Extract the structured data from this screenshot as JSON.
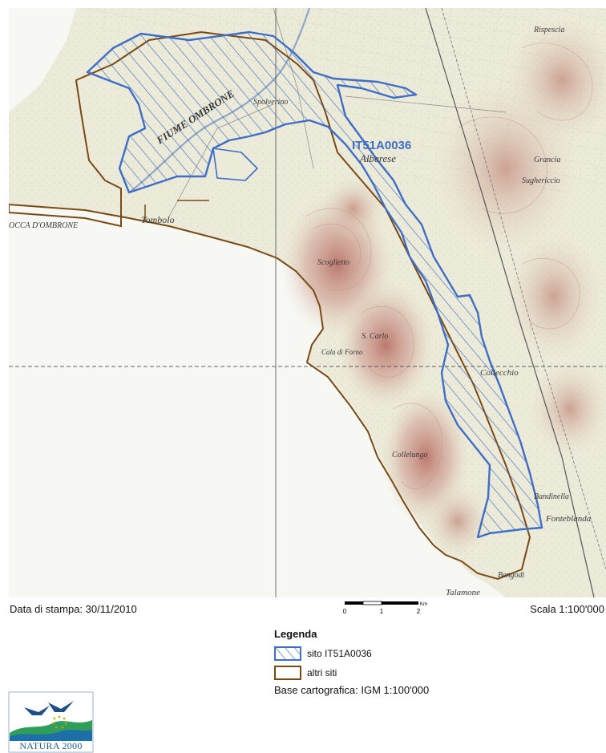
{
  "map": {
    "site_label": "IT51A0036",
    "place_labels": [
      "FIUME OMBRONE",
      "Tombolo",
      "OCCA D'OMBRONE",
      "Alberese",
      "Collecchio",
      "Talamone",
      "Fonteblanda",
      "Grancia",
      "Bengodi",
      "Rispescia",
      "S. Carlo",
      "Sughericcio",
      "Bandinella",
      "Spolverino",
      "Collelungo",
      "Cala di Forno",
      "Scoglietto"
    ],
    "colors": {
      "site": "#3f6fc4",
      "other_sites": "#7a4a15",
      "sea": "#f7f7f4",
      "land": "#ecead9"
    }
  },
  "footer": {
    "print_date": "Data di stampa: 30/11/2010",
    "scale": "Scala 1:100'000",
    "scalebar": {
      "unit": "Km",
      "ticks": [
        "0",
        "1",
        "2"
      ]
    }
  },
  "legend": {
    "title": "Legenda",
    "items": [
      {
        "label": "sito IT51A0036",
        "style": "hatched",
        "color": "#3f6fc4"
      },
      {
        "label": "altri siti",
        "style": "outline",
        "color": "#7a4a15"
      }
    ],
    "base_note": "Base cartografica: IGM 1:100'000"
  },
  "logo": {
    "text": "NATURA 2000",
    "icon": "natura-2000-birds-logo"
  }
}
